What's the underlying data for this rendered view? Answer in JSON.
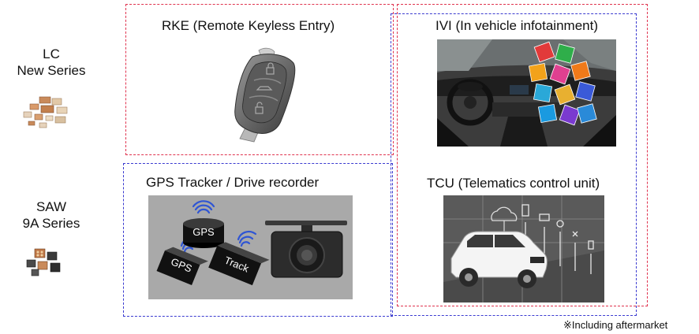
{
  "rows": [
    {
      "line1": "LC",
      "line2": "New Series",
      "icon": "chip-components-icon"
    },
    {
      "line1": "SAW",
      "line2": "9A Series",
      "icon": "chip-components-icon"
    }
  ],
  "panels": {
    "rke": {
      "title": "RKE (Remote Keyless Entry)",
      "icon": "car-key-fob-icon"
    },
    "ivi": {
      "title": "IVI (In vehicle infotainment)",
      "icon": "car-dashboard-apps-icon"
    },
    "gps": {
      "title": "GPS Tracker / Drive recorder",
      "box1": "GPS",
      "box2": "GPS",
      "box3": "Track"
    },
    "tcu": {
      "title": "TCU (Telematics control unit)",
      "icon": "connected-suv-icon"
    }
  },
  "footnote": "※Including aftermarket",
  "colors": {
    "red_frame": "#e0334f",
    "blue_frame": "#3a3ad0",
    "wifi": "#2f55d4"
  }
}
